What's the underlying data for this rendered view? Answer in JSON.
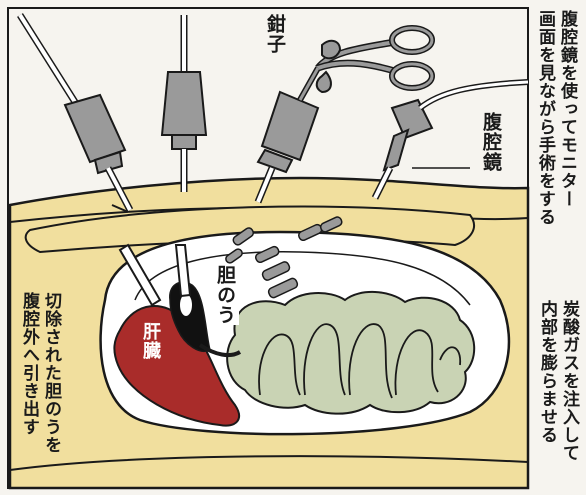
{
  "colors": {
    "frame": "#f6f4ef",
    "body_wall": "#f1df9e",
    "cavity": "#ffffff",
    "intestine": "#c9d3b4",
    "liver": "#a92c2a",
    "gallbladder": "#111111",
    "instrument": "#9a9a9a",
    "outline": "#1a1a1a"
  },
  "labels": {
    "forceps": "鉗子",
    "laparoscope": "腹腔鏡",
    "gallbladder": "胆のう",
    "liver": "肝臓"
  },
  "captions": {
    "monitor_col1": "腹腔鏡を使ってモニター",
    "monitor_col2": "画面を見ながら手術をする",
    "co2_col1": "炭酸ガスを注入して",
    "co2_col2": "内部を膨らませる",
    "extract_col1": "切除された胆のうを",
    "extract_col2": "腹腔外へ引き出す"
  }
}
